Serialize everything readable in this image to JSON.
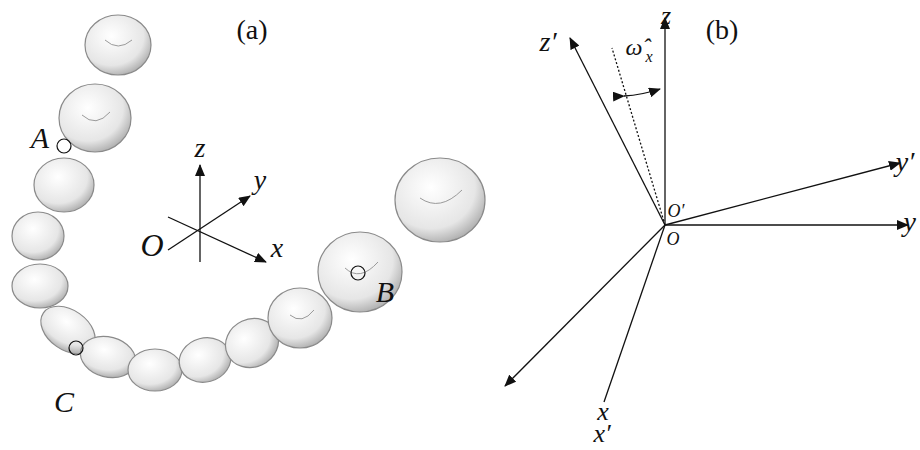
{
  "diagram": {
    "labels": [
      "(a)",
      "A",
      "z",
      "y",
      "O",
      "x",
      "B",
      "C",
      "(b)",
      "z′",
      "z",
      "ω̂",
      "x",
      "y′",
      "O′",
      "O",
      "y",
      "x",
      "x′"
    ]
  }
}
